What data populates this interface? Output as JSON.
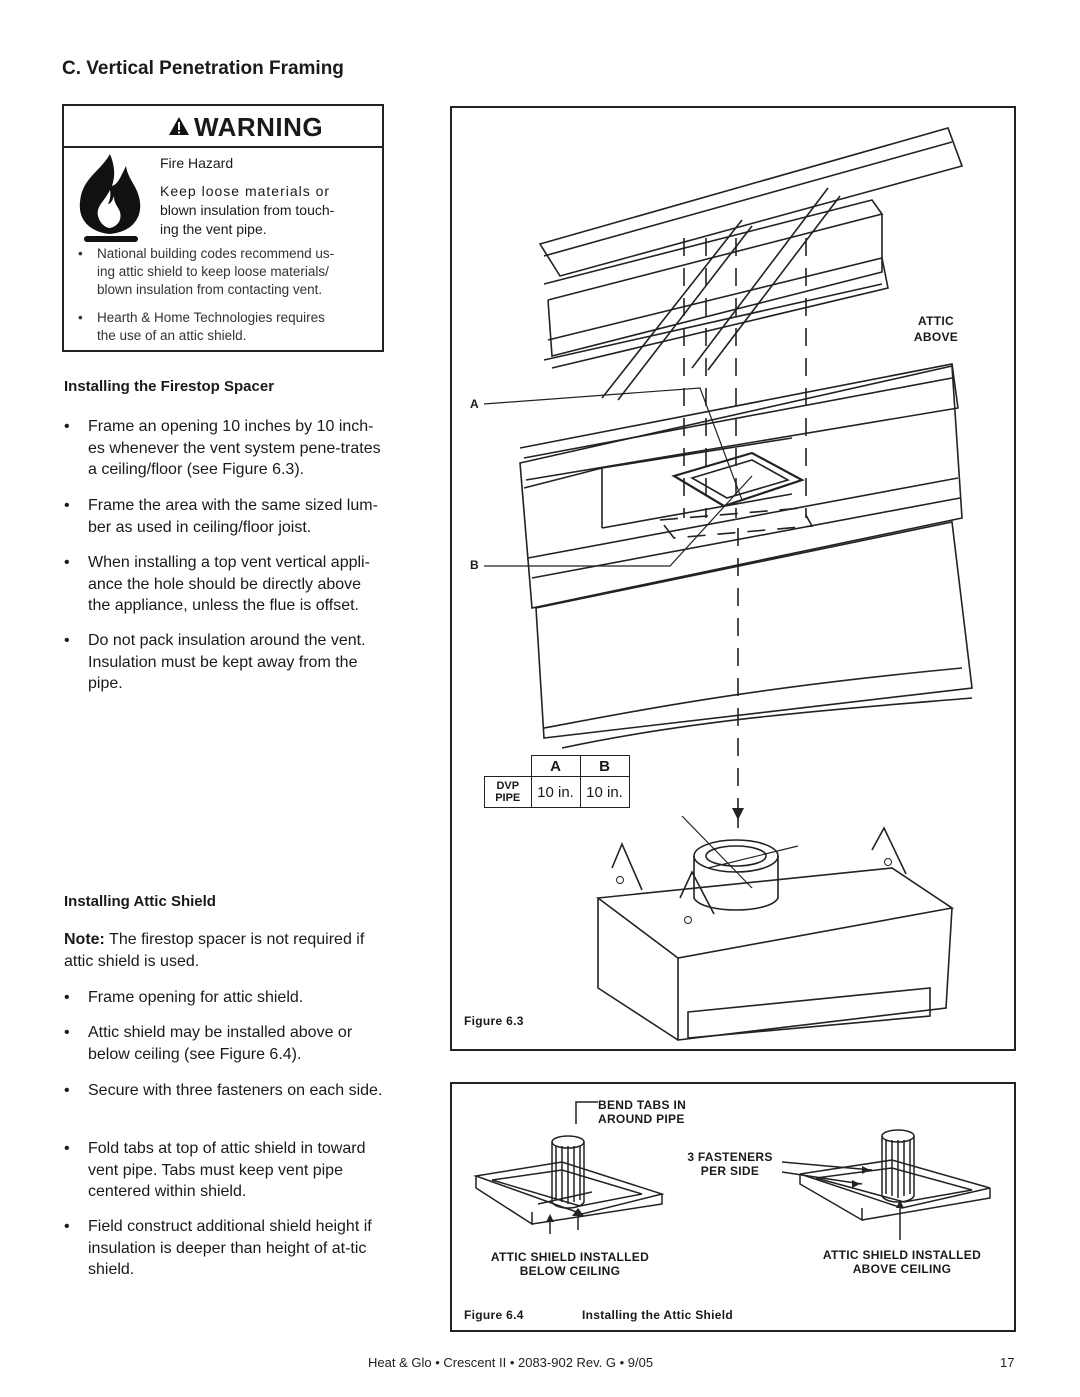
{
  "section_title": "C.   Vertical Penetration Framing",
  "warning": {
    "title": "WARNING",
    "hazard": "Fire Hazard",
    "lines": [
      "Keep  loose  materials  or",
      "blown insulation from touch-",
      "ing the vent pipe."
    ],
    "bullets": [
      [
        "National building codes recommend us-",
        "ing attic shield to keep loose materials/",
        "blown insulation from contacting vent."
      ],
      [
        "Hearth & Home Technologies requires",
        "the use of an attic shield."
      ]
    ]
  },
  "firestop": {
    "heading": "Installing the Firestop Spacer",
    "bullets": [
      "Frame an opening 10 inches by 10 inch-es whenever the vent system pene-trates a ceiling/floor (see Figure 6.3).",
      "Frame the area with the same sized lum-ber as used in ceiling/floor joist.",
      "When installing a top vent vertical appli-ance the hole should be directly above the appliance, unless the flue is offset.",
      "Do not pack insulation around the vent. Insulation must be kept away from the pipe."
    ]
  },
  "attic": {
    "heading": "Installing Attic Shield",
    "note_label": "Note:",
    "note_text": " The firestop spacer is not required if attic shield is used.",
    "bullets": [
      "Frame opening for attic shield.",
      "Attic shield may be installed above or below ceiling (see Figure 6.4).",
      "Secure with three fasteners on each side.",
      "Fold tabs at top of attic shield in toward vent pipe. Tabs must keep vent pipe centered within shield.",
      "Field construct additional shield height if insulation is deeper than height of at-tic shield."
    ]
  },
  "fig63": {
    "label_attic": "ATTIC",
    "label_above": "ABOVE",
    "label_a": "A",
    "label_b": "B",
    "caption": "Figure  6.3",
    "table": {
      "col_a": "A",
      "col_b": "B",
      "row_label_1": "DVP",
      "row_label_2": "PIPE",
      "val_a": "10 in.",
      "val_b": "10 in."
    }
  },
  "fig64": {
    "bend_1": "BEND TABS IN",
    "bend_2": "AROUND PIPE",
    "fast_1": "3 FASTENERS",
    "fast_2": "PER SIDE",
    "below_1": "ATTIC SHIELD INSTALLED",
    "below_2": "BELOW CEILING",
    "above_1": "ATTIC SHIELD INSTALLED",
    "above_2": "ABOVE CEILING",
    "caption_num": "Figure  6.4",
    "caption_title": "Installing the Attic Shield"
  },
  "footer": {
    "text": "Heat & Glo  •  Crescent II  •  2083-902  Rev. G  •  9/05",
    "page": "17"
  }
}
